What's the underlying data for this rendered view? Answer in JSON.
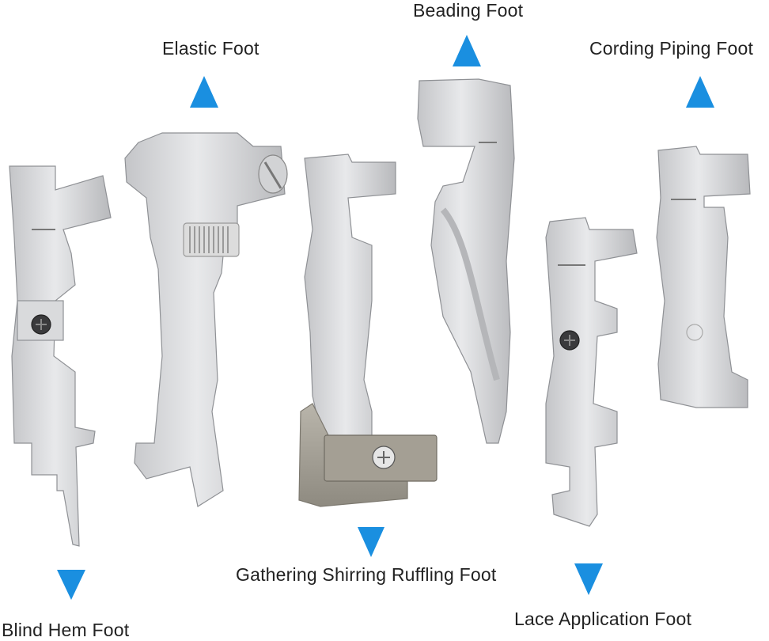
{
  "labels": {
    "beading": "Beading Foot",
    "elastic": "Elastic Foot",
    "cording": "Cording Piping Foot",
    "gathering": "Gathering Shirring Ruffling Foot",
    "lace": "Lace Application Foot",
    "blind_hem": "Blind Hem Foot"
  },
  "colors": {
    "arrow": "#1a8fe0",
    "metal_light": "#e4e5e7",
    "metal_mid": "#c9cacd",
    "metal_dark": "#9a9ca0",
    "screw": "#3a3a3c",
    "plate": "#a8a49a",
    "gear": "#c8c8c8"
  }
}
